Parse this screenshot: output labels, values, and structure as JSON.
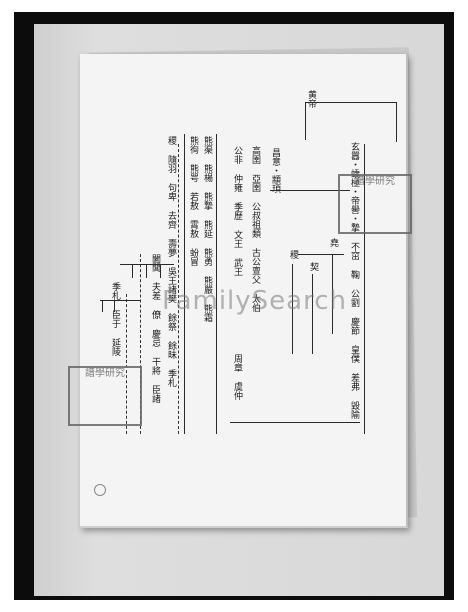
{
  "watermark": "FamilySearch",
  "stamps": {
    "right": "譜學研究",
    "left": "譜學研究"
  },
  "genealogy": {
    "top": "黄帝",
    "col_r1": "玄囂・蟜極・帝嚳・摯 不窋 鞠 公劉 慶節 皇僕 差弗 毀隃",
    "col_r2": "昌意・顓頊",
    "col_r3": "稷",
    "col_r4": "契",
    "col_r5": "堯",
    "col_r6": "高圉 亞圉 公叔祖類 古公亶父 太伯",
    "col_r7": "公非 仲雍 季歷 文王 武王",
    "col_r8": "周章 虞仲",
    "col_m1": "熊渠 熊楊 熊摯 熊延 熊勇 熊嚴 熊霜",
    "col_m2": "熊徇 熊咢 若敖 霄敖 蚡冒",
    "col_m3": "稷 隨羽 句卑 去齊 壽夢 吳王諸樊 餘祭 餘昧 季札",
    "col_m4": "闔閭 夫差 僚 慶忌 干將 臣諸",
    "col_l1": "季札 臣于 延陵"
  }
}
